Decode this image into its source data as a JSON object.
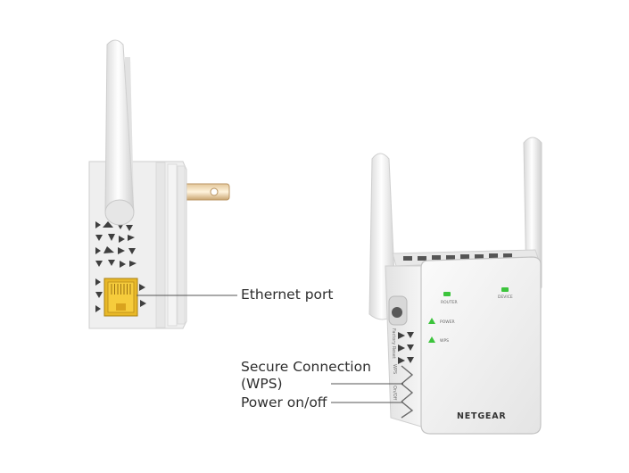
{
  "callouts": {
    "ethernet_port": "Ethernet port",
    "secure_connection_line1": "Secure Connection",
    "secure_connection_line2": "(WPS)",
    "power": "Power on/off"
  },
  "device": {
    "brand": "NETGEAR",
    "leds": {
      "router": "ROUTER",
      "device": "DEVICE",
      "power": "POWER",
      "wps": "WPS"
    },
    "side_labels": {
      "reset": "Factory Reset",
      "wps": "WPS",
      "onoff": "On/Off"
    }
  },
  "colors": {
    "led_green": "#3cc43c",
    "port_yellow": "#e8b828",
    "body_white": "#f2f2f2",
    "body_shadow": "#c9c9c9",
    "text": "#2e2e2e"
  }
}
